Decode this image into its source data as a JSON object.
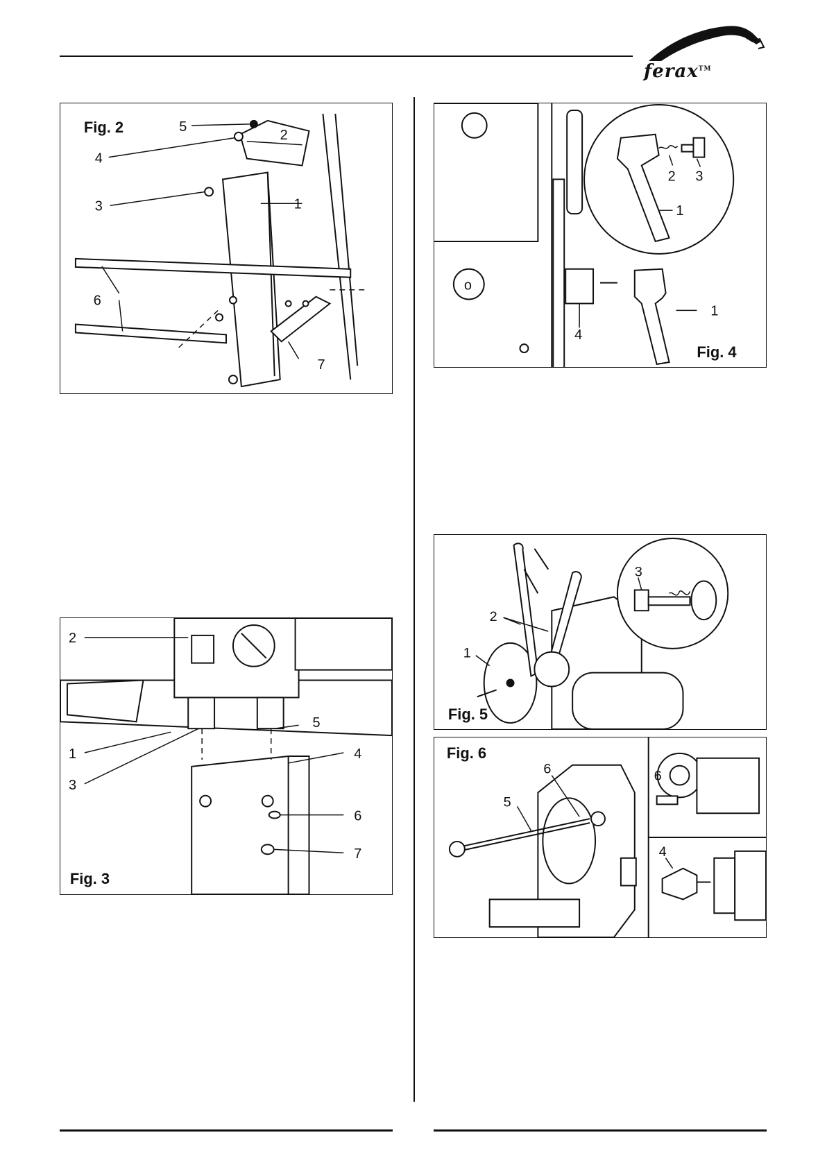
{
  "brand": {
    "name": "ferax",
    "trademark": "TM"
  },
  "figures": [
    {
      "id": "fig2",
      "caption": "Fig. 2",
      "labels": [
        "5",
        "2",
        "4",
        "3",
        "1",
        "6",
        "7"
      ]
    },
    {
      "id": "fig3",
      "caption": "Fig. 3",
      "labels": [
        "2",
        "1",
        "3",
        "5",
        "4",
        "6",
        "7"
      ]
    },
    {
      "id": "fig4",
      "caption": "Fig. 4",
      "labels": [
        "2",
        "3",
        "1",
        "4",
        "1"
      ]
    },
    {
      "id": "fig5",
      "caption": "Fig. 5",
      "labels": [
        "3",
        "2",
        "1"
      ]
    },
    {
      "id": "fig6",
      "caption": "Fig. 6",
      "labels": [
        "6",
        "6",
        "5",
        "4"
      ]
    }
  ]
}
